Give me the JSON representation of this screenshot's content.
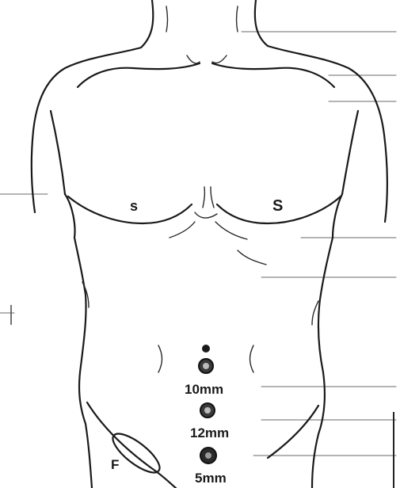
{
  "diagram": {
    "port_labels": {
      "upper": "10mm",
      "middle": "12mm",
      "lower": "5mm"
    },
    "incision_label": "F",
    "nipple_marks": {
      "left": "s",
      "right": "S"
    }
  }
}
